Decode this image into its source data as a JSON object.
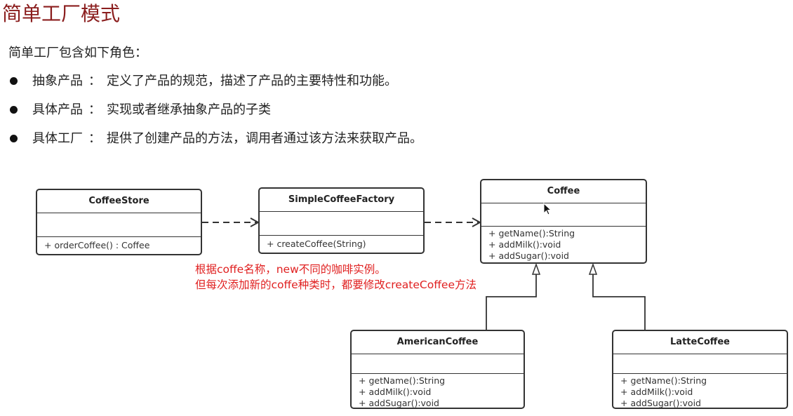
{
  "title": "简单工厂模式",
  "intro": "简单工厂包含如下角色：",
  "roles": [
    {
      "name": "抽象产品",
      "desc": "定义了产品的规范，描述了产品的主要特性和功能。"
    },
    {
      "name": "具体产品",
      "desc": "实现或者继承抽象产品的子类"
    },
    {
      "name": "具体工厂",
      "desc": "提供了创建产品的方法，调用者通过该方法来获取产品。"
    }
  ],
  "role_separator": "：",
  "classes": {
    "coffee_store": {
      "name": "CoffeeStore",
      "ops": [
        "+ orderCoffee() : Coffee"
      ]
    },
    "simple_coffee_factory": {
      "name": "SimpleCoffeeFactory",
      "ops": [
        "+ createCoffee(String)"
      ]
    },
    "coffee": {
      "name": "Coffee",
      "ops": [
        "+ getName():String",
        "+ addMilk():void",
        "+ addSugar():void"
      ]
    },
    "american_coffee": {
      "name": "AmericanCoffee",
      "ops": [
        "+ getName():String",
        "+ addMilk():void",
        "+ addSugar():void"
      ]
    },
    "latte_coffee": {
      "name": "LatteCoffee",
      "ops": [
        "+ getName():String",
        "+ addMilk():void",
        "+ addSugar():void"
      ]
    }
  },
  "note": {
    "line1": "根据coffe名称，new不同的咖啡实例。",
    "line2": "但每次添加新的coffe种类时，都要修改createCoffee方法"
  },
  "colors": {
    "title": "#8b1e1e",
    "note": "#e02020",
    "border": "#333333"
  }
}
